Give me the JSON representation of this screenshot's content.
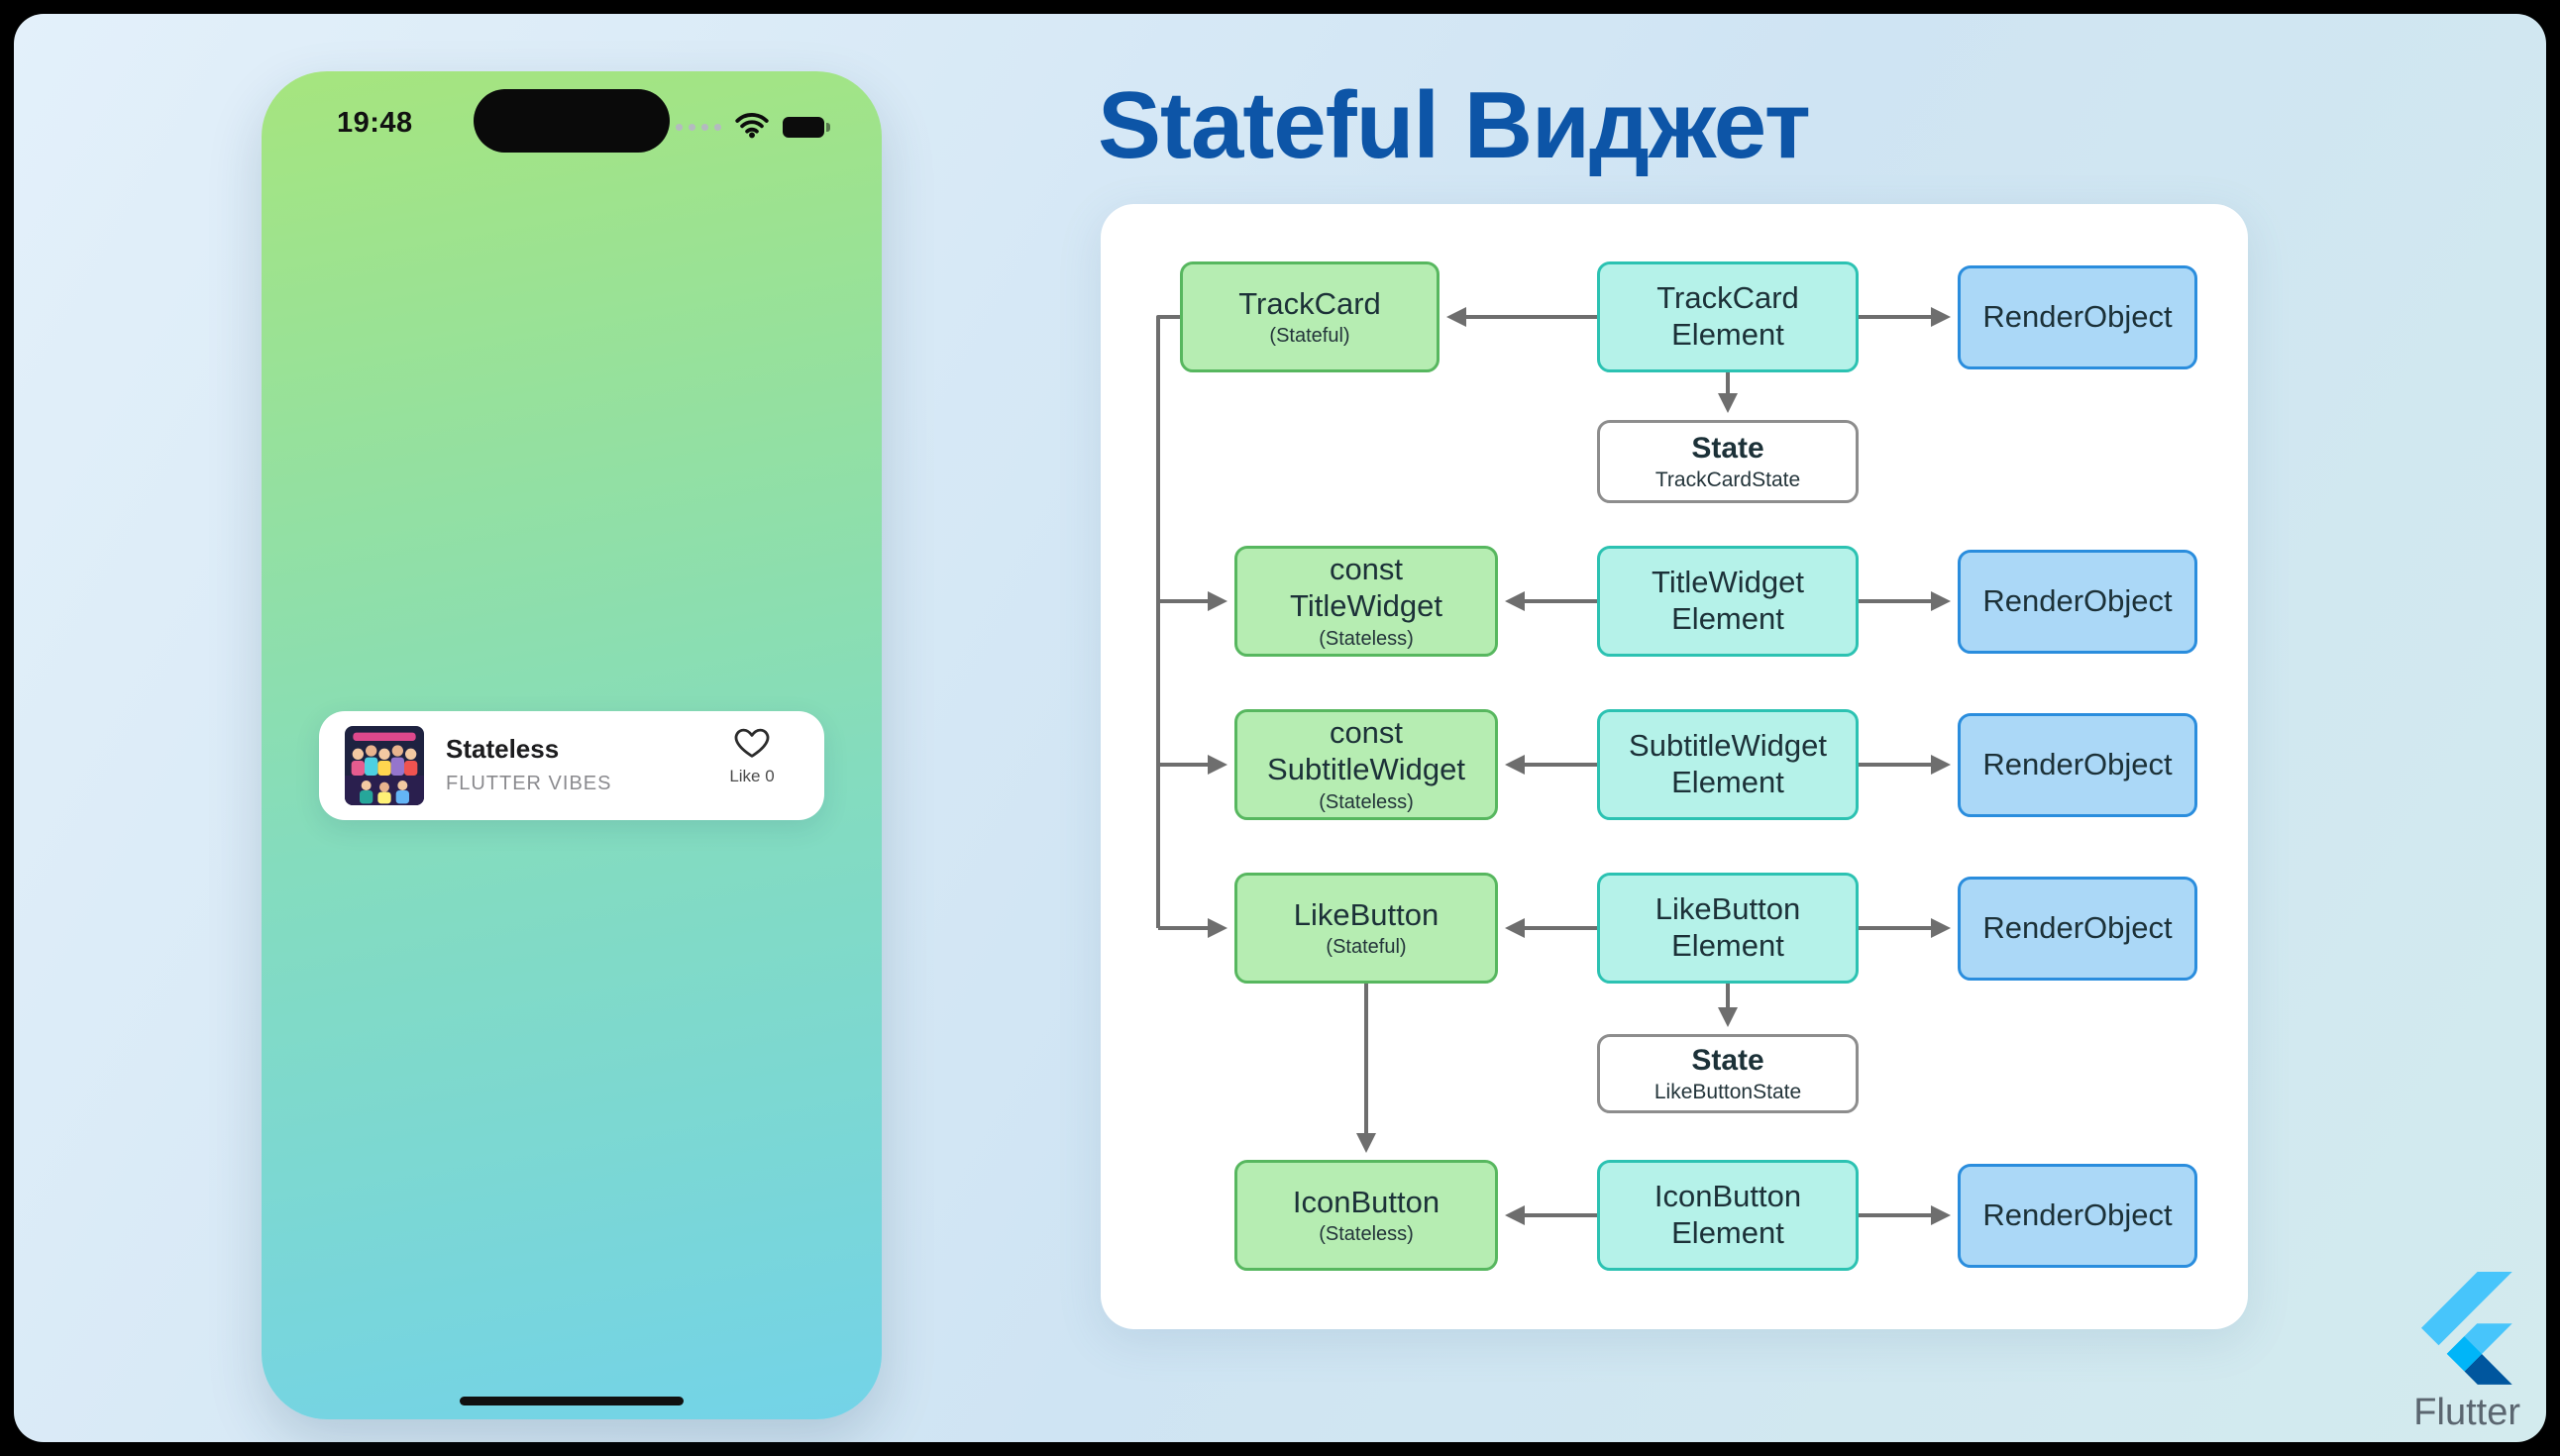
{
  "phone": {
    "status_bar": {
      "time": "19:48",
      "icons": [
        "cellular-dots-icon",
        "wifi-icon",
        "battery-icon"
      ]
    },
    "track_card": {
      "title": "Stateless",
      "subtitle": "FLUTTER VIBES",
      "like_label": "Like 0",
      "heart_icon": "heart-outline-icon"
    }
  },
  "heading": {
    "title": "Stateful Виджет"
  },
  "diagram": {
    "rows": [
      {
        "widget": {
          "title": "TrackCard",
          "subtitle": "(Stateful)"
        },
        "element": "TrackCard\nElement",
        "render": "RenderObject",
        "state": {
          "title": "State",
          "subtitle": "TrackCardState"
        }
      },
      {
        "widget": {
          "title": "const\nTitleWidget",
          "subtitle": "(Stateless)"
        },
        "element": "TitleWidget\nElement",
        "render": "RenderObject"
      },
      {
        "widget": {
          "title": "const\nSubtitleWidget",
          "subtitle": "(Stateless)"
        },
        "element": "SubtitleWidget\nElement",
        "render": "RenderObject"
      },
      {
        "widget": {
          "title": "LikeButton",
          "subtitle": "(Stateful)"
        },
        "element": "LikeButton\nElement",
        "render": "RenderObject",
        "state": {
          "title": "State",
          "subtitle": "LikeButtonState"
        }
      },
      {
        "widget": {
          "title": "IconButton",
          "subtitle": "(Stateless)"
        },
        "element": "IconButton\nElement",
        "render": "RenderObject"
      }
    ]
  },
  "branding": {
    "label": "Flutter",
    "logo_icon": "flutter-logo-icon"
  },
  "colors": {
    "heading": "#0d55a7",
    "widget_fill": "#b6edb2",
    "widget_border": "#57b75f",
    "element_fill": "#b5f2e9",
    "element_border": "#2cc2b2",
    "render_fill": "#abd8f7",
    "render_border": "#2a8ddd",
    "state_border": "#8d8d8d",
    "arrow": "#6e6e6e",
    "phone_gradient_top": "#a6e57e",
    "phone_gradient_bottom": "#73d3e8"
  }
}
